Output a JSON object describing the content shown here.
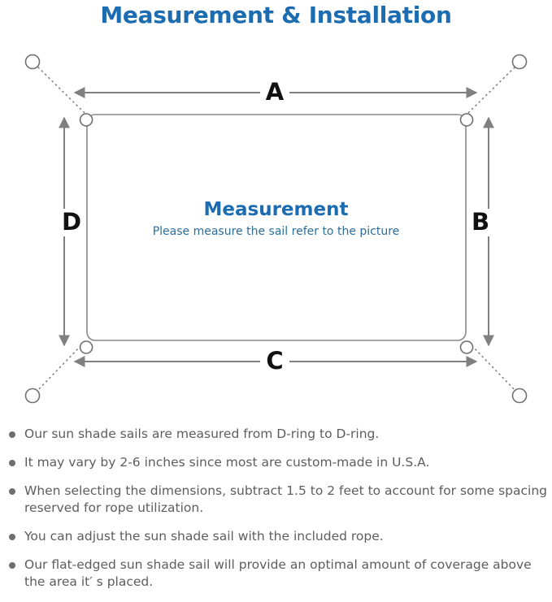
{
  "page": {
    "title": "Measurement & Installation",
    "accent_color": "#1b6cb0",
    "text_color": "#5d5d5d",
    "line_color": "#808080"
  },
  "diagram": {
    "center_title": "Measurement",
    "center_subtitle": "Please measure the sail refer to the picture",
    "dimension_labels": {
      "top": "A",
      "right": "B",
      "bottom": "C",
      "left": "D"
    },
    "elements": {
      "sail": "rectangular-sun-shade-sail",
      "corner_hardware": "d-ring",
      "anchor": "mounting-point-circle",
      "rope": "dotted-rope-line",
      "measure_arrow": "double-headed-dimension-arrow"
    },
    "corner_count": 4,
    "anchor_count": 4
  },
  "notes": [
    "Our sun shade sails are measured from D-ring to D-ring.",
    "It may vary by 2-6 inches since most are custom-made in U.S.A.",
    "When selecting the dimensions, subtract 1.5 to 2 feet to account for some spacing reserved for rope utilization.",
    "You can adjust the sun shade sail with the included rope.",
    "Our flat-edged sun shade sail will provide an optimal amount of coverage above the area it′ s placed."
  ]
}
